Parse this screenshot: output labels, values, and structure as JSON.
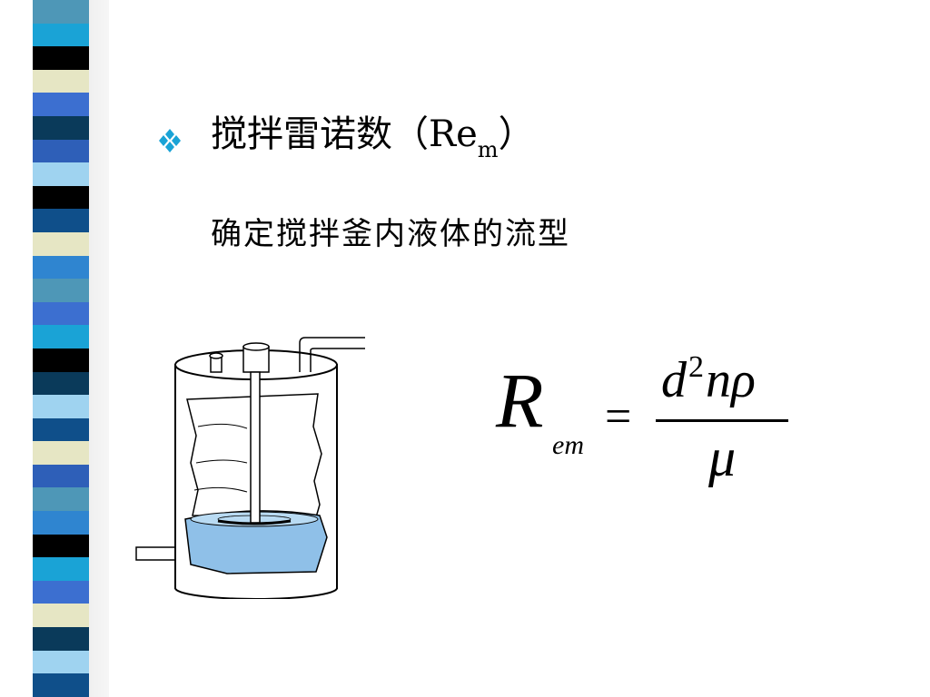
{
  "slide": {
    "heading": {
      "text": "搅拌雷诺数（Re",
      "subscript": "m",
      "close": "）"
    },
    "subtitle": "确定搅拌釜内液体的流型"
  },
  "formula": {
    "lhs": "R",
    "lhs_subscript": "em",
    "equals": "=",
    "numerator_d": "d",
    "numerator_exponent": "2",
    "numerator_rest": "nρ",
    "denominator": "μ"
  },
  "colors": {
    "bullet": "#1aa3d6",
    "liquid": "#8fc0e8",
    "stripes": [
      "#4e97b7",
      "#000000",
      "#3c6fd0",
      "#0a3a5a",
      "#e6e6c4",
      "#9fd3f0",
      "#1aa3d6",
      "#2e5fb8",
      "#0f4f8a",
      "#2f85d0"
    ]
  },
  "icons": {
    "bullet": "diamond-cluster-icon"
  }
}
